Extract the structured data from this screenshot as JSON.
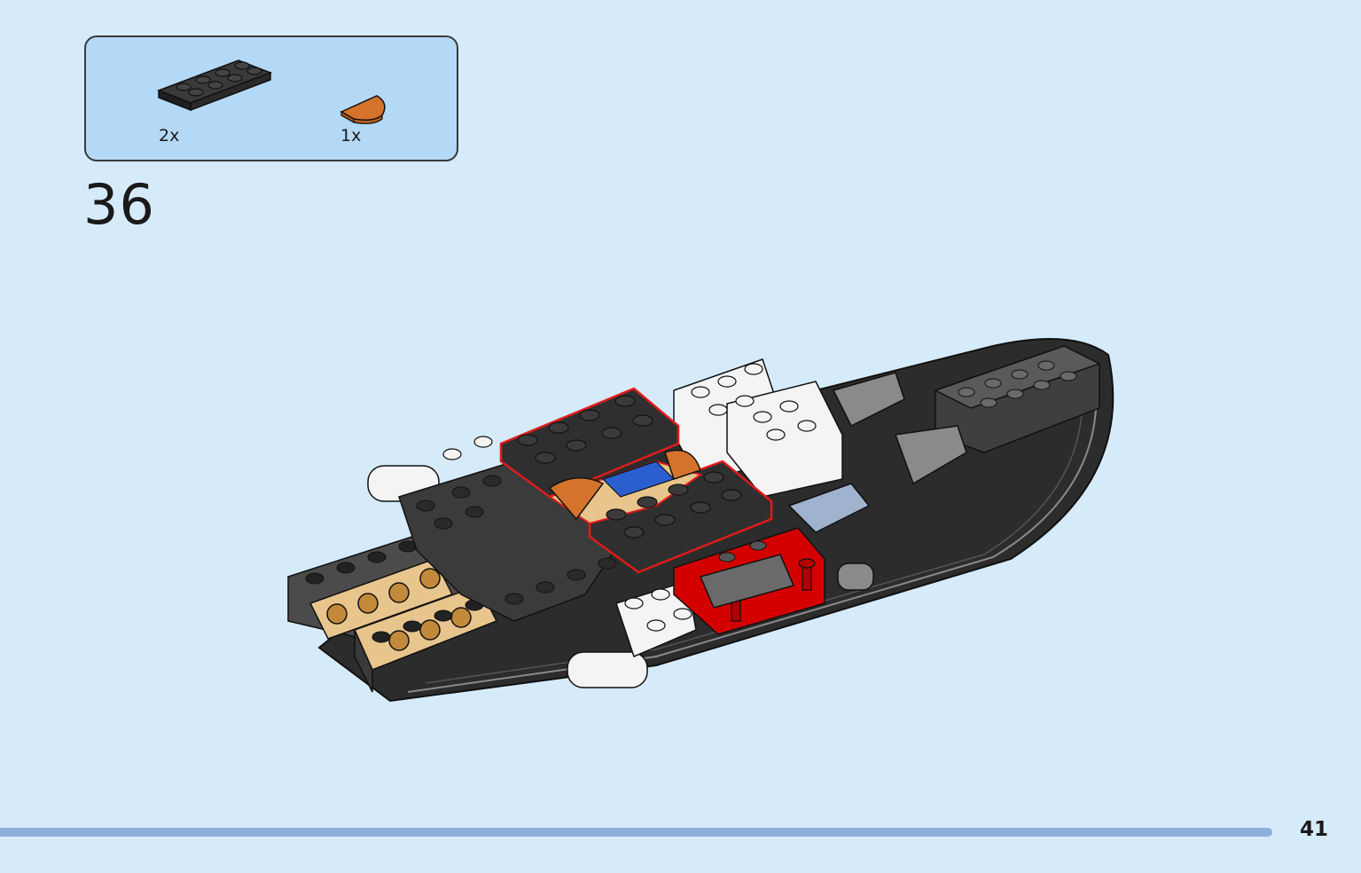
{
  "parts_callout": {
    "items": [
      {
        "name": "black-2x4-plate",
        "quantity": "2x",
        "color": "#2f2f2f"
      },
      {
        "name": "orange-round-tile-half",
        "quantity": "1x",
        "color": "#d5722b"
      }
    ]
  },
  "step": {
    "number": "36"
  },
  "page": {
    "number": "41"
  },
  "progress": {
    "fraction": 0.935
  },
  "colors": {
    "background": "#d6ebfa",
    "callout_background": "#b3d9f7",
    "progress_bar": "#8fb0dc",
    "highlight_outline": "#e01b1b",
    "black_brick": "#2f2f2f",
    "dark_gray_brick": "#555555",
    "white_brick": "#f4f4f4",
    "red_brick": "#d40000",
    "orange_tile": "#d5722b",
    "tan_brick": "#e8c58c"
  }
}
